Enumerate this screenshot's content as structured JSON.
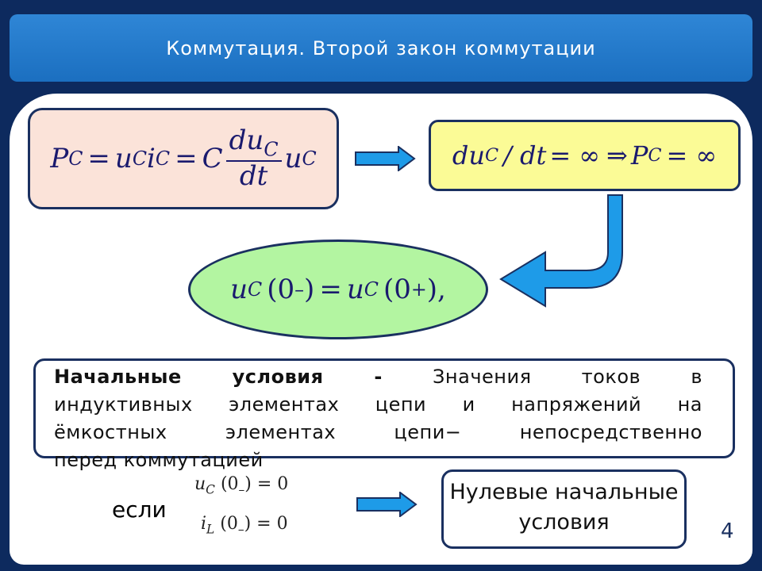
{
  "slide": {
    "title": "Коммутация. Второй закон коммутации",
    "page_number": "4"
  },
  "formulas": {
    "power": {
      "P": "P",
      "P_sub": "C",
      "eq": "=",
      "u": "u",
      "u_sub": "C",
      "i": "i",
      "i_sub": "C",
      "C": "C",
      "num_d": "du",
      "num_sub": "C",
      "den": "dt",
      "u2": "u",
      "u2_sub": "C"
    },
    "infinite": {
      "du": "du",
      "du_sub": "C",
      "slash_dt": "/ dt",
      "eq_inf": "= ∞",
      "implies": "⇒",
      "P": "P",
      "P_sub": "C",
      "eq_inf2": "= ∞"
    },
    "law": {
      "u": "u",
      "u_sub": "C",
      "arg_left": "(0",
      "minus": "–",
      "close": ")",
      "eq": "=",
      "u2": "u",
      "u2_sub": "C",
      "arg_right": "(0",
      "plus": "+",
      "close2": "),"
    },
    "zero_uc": {
      "u": "u",
      "u_sub": "C",
      "arg": "(0",
      "minus": "–",
      "rest": ") = 0"
    },
    "zero_il": {
      "i": "i",
      "i_sub": "L",
      "arg": "(0",
      "minus": "–",
      "rest": ") = 0"
    }
  },
  "definition": {
    "line1_bold": "Начальные     условия     -",
    "line1_rest": "Значения     токов     в",
    "line2": "индуктивных элементах цепи и напряжений на",
    "line3": "ёмкостных элементах  цепи−  непосредственно",
    "line4": "перед коммутацией"
  },
  "condition": {
    "if_label": "если",
    "result_line1": "Нулевые начальные",
    "result_line2": "условия"
  },
  "colors": {
    "background": "#0d2a5e",
    "title_bar": "#1b6fc0",
    "pink_box": "#fbe3d9",
    "yellow_box": "#fbfb96",
    "green_ellipse": "#b3f5a1",
    "arrow_fill": "#1e9be8",
    "outline": "#1a3060"
  },
  "icons": [
    "arrow-right-icon",
    "curved-arrow-icon",
    "arrow-right-icon"
  ]
}
